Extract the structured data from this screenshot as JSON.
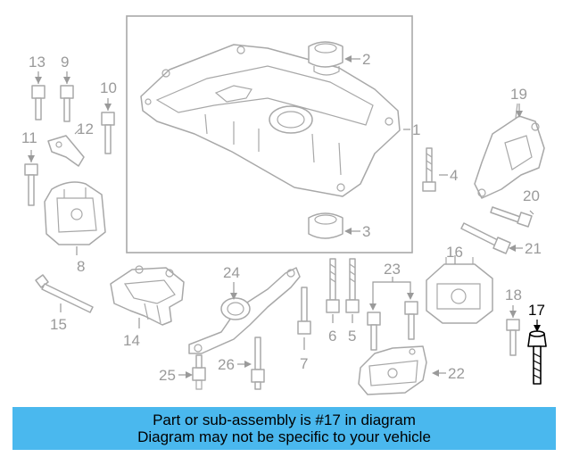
{
  "diagram": {
    "callouts": {
      "c1": "1",
      "c2": "2",
      "c3": "3",
      "c4": "4",
      "c5": "5",
      "c6": "6",
      "c7": "7",
      "c8": "8",
      "c9": "9",
      "c10": "10",
      "c11": "11",
      "c12": "12",
      "c13": "13",
      "c14": "14",
      "c15": "15",
      "c16": "16",
      "c17": "17",
      "c18": "18",
      "c19": "19",
      "c20": "20",
      "c21": "21",
      "c22": "22",
      "c23": "23",
      "c24": "24",
      "c25": "25",
      "c26": "26"
    },
    "highlighted_part": "17",
    "colors": {
      "part_line": "#a8a8a8",
      "label": "#9a9a9a",
      "highlight": "#000000",
      "banner": "#4ab8ee"
    }
  },
  "banner": {
    "line1": "Part or sub-assembly is #17 in diagram",
    "line2": "Diagram may not be specific to your vehicle"
  }
}
